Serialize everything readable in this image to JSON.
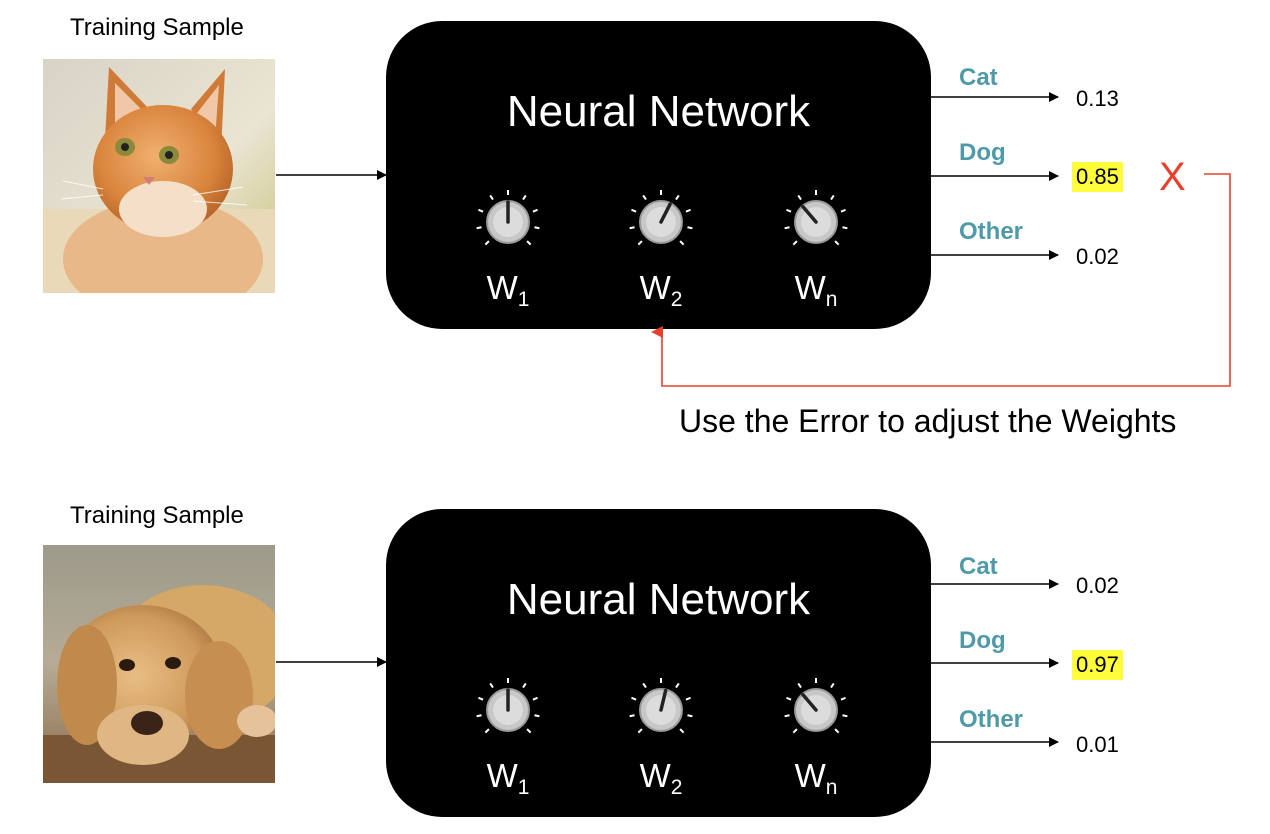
{
  "panels": [
    {
      "sample_label": "Training Sample",
      "image": "orange-cat-photo",
      "network_title": "Neural Network",
      "weights": [
        {
          "name": "W",
          "sub": "1",
          "level": 0.5
        },
        {
          "name": "W",
          "sub": "2",
          "level": 0.6
        },
        {
          "name": "W",
          "sub": "n",
          "level": 0.35
        }
      ],
      "outputs": [
        {
          "label": "Cat",
          "value": "0.13",
          "highlight": false
        },
        {
          "label": "Dog",
          "value": "0.85",
          "highlight": true
        },
        {
          "label": "Other",
          "value": "0.02",
          "highlight": false
        }
      ]
    },
    {
      "sample_label": "Training Sample",
      "image": "golden-retriever-photo",
      "network_title": "Neural Network",
      "weights": [
        {
          "name": "W",
          "sub": "1",
          "level": 0.5
        },
        {
          "name": "W",
          "sub": "2",
          "level": 0.55
        },
        {
          "name": "W",
          "sub": "n",
          "level": 0.35
        }
      ],
      "outputs": [
        {
          "label": "Cat",
          "value": "0.02",
          "highlight": false
        },
        {
          "label": "Dog",
          "value": "0.97",
          "highlight": true
        },
        {
          "label": "Other",
          "value": "0.01",
          "highlight": false
        }
      ]
    }
  ],
  "error_mark": "X",
  "feedback_text": "Use the Error to adjust the Weights",
  "colors": {
    "box": "#000000",
    "class_label": "#4f9aa8",
    "highlight": "#fffc3a",
    "error": "#e8402a"
  }
}
